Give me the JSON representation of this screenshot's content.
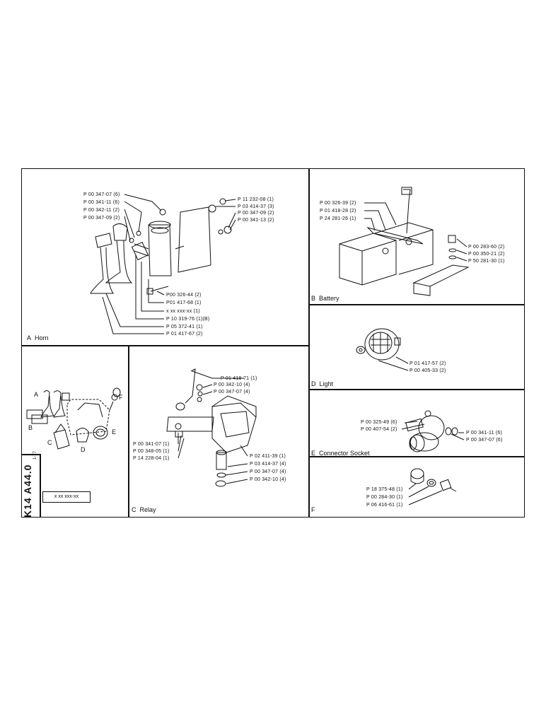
{
  "doc_code": "K14 A44.0",
  "doc_date": "1-77",
  "ref_box": "x xx xxx-xx",
  "sections": {
    "horn": {
      "letter": "A",
      "title": "Horn",
      "labels": [
        "P 00 347-07 (6)",
        "P 00 341-11 (6)",
        "P 00 342-11 (2)",
        "P 00 347-09 (2)",
        "P 11 232-08 (1)",
        "P 03 414-37 (3)",
        "P 00 347-09 (2)",
        "P 00 341-13 (2)",
        "P00 326-44 (2)",
        "P01 417-68 (1)",
        "x xx xxx-xx (1)",
        "P 10 319-76 (1)(B)",
        "P 05 372-41 (1)",
        "P 01 417-67 (2)"
      ]
    },
    "battery": {
      "letter": "B",
      "title": "Battery",
      "labels": [
        "P 00 326-39 (2)",
        "P 01 418-28 (2)",
        "P 24 281-26 (1)",
        "P 00 283-60 (2)",
        "P 00 350-21 (2)",
        "P 50 281-30 (1)"
      ]
    },
    "light": {
      "letter": "D",
      "title": "Light",
      "labels": [
        "P 01 417-57 (2)",
        "P 00 405-33 (2)"
      ]
    },
    "connector": {
      "letter": "E",
      "title": "Connector Socket",
      "labels": [
        "P 00 325-49 (6)",
        "P 00 407-54 (2)",
        "P 00 341-11 (6)",
        "P 00 347-07 (6)"
      ]
    },
    "relay": {
      "letter": "C",
      "title": "Relay",
      "labels": [
        "P 01 418-71 (1)",
        "P 00 342-10 (4)",
        "P 00 347-07 (4)",
        "P 00 341-07 (1)",
        "P 00 348-05 (1)",
        "P 14 228-04 (1)",
        "P 02 411-39 (1)",
        "P 03 414-37 (4)",
        "P 00 347-07 (4)",
        "P 00 342-10 (4)"
      ]
    },
    "plug": {
      "letter": "F",
      "title": "",
      "labels": [
        "P 18 375-48 (1)",
        "P 00 284-30 (1)",
        "P 06 416-61 (1)"
      ]
    },
    "overview": {
      "letters": [
        "A",
        "B",
        "C",
        "D",
        "E",
        "F"
      ]
    }
  }
}
